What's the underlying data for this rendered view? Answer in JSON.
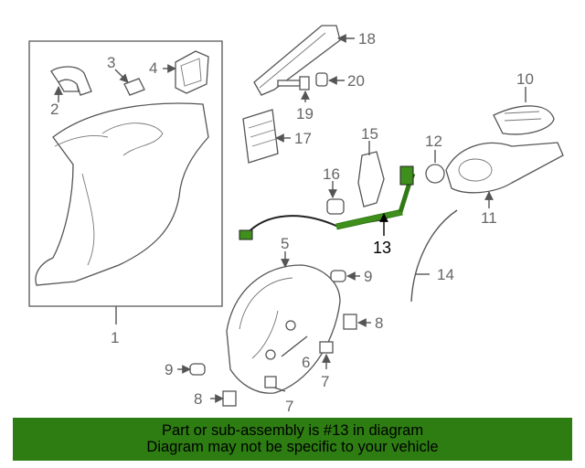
{
  "callouts": [
    "1",
    "2",
    "3",
    "4",
    "5",
    "6",
    "7",
    "7",
    "8",
    "8",
    "8",
    "9",
    "9",
    "10",
    "11",
    "12",
    "13",
    "14",
    "15",
    "16",
    "17",
    "18",
    "19",
    "20"
  ],
  "highlighted_part": "13",
  "colors": {
    "banner_bg": "#2d7d12",
    "highlight_part": "#3f8f1c",
    "line": "#555555"
  },
  "banner": {
    "line1": "Part or sub-assembly is #13 in diagram",
    "line2": "Diagram may not be specific to your vehicle"
  }
}
